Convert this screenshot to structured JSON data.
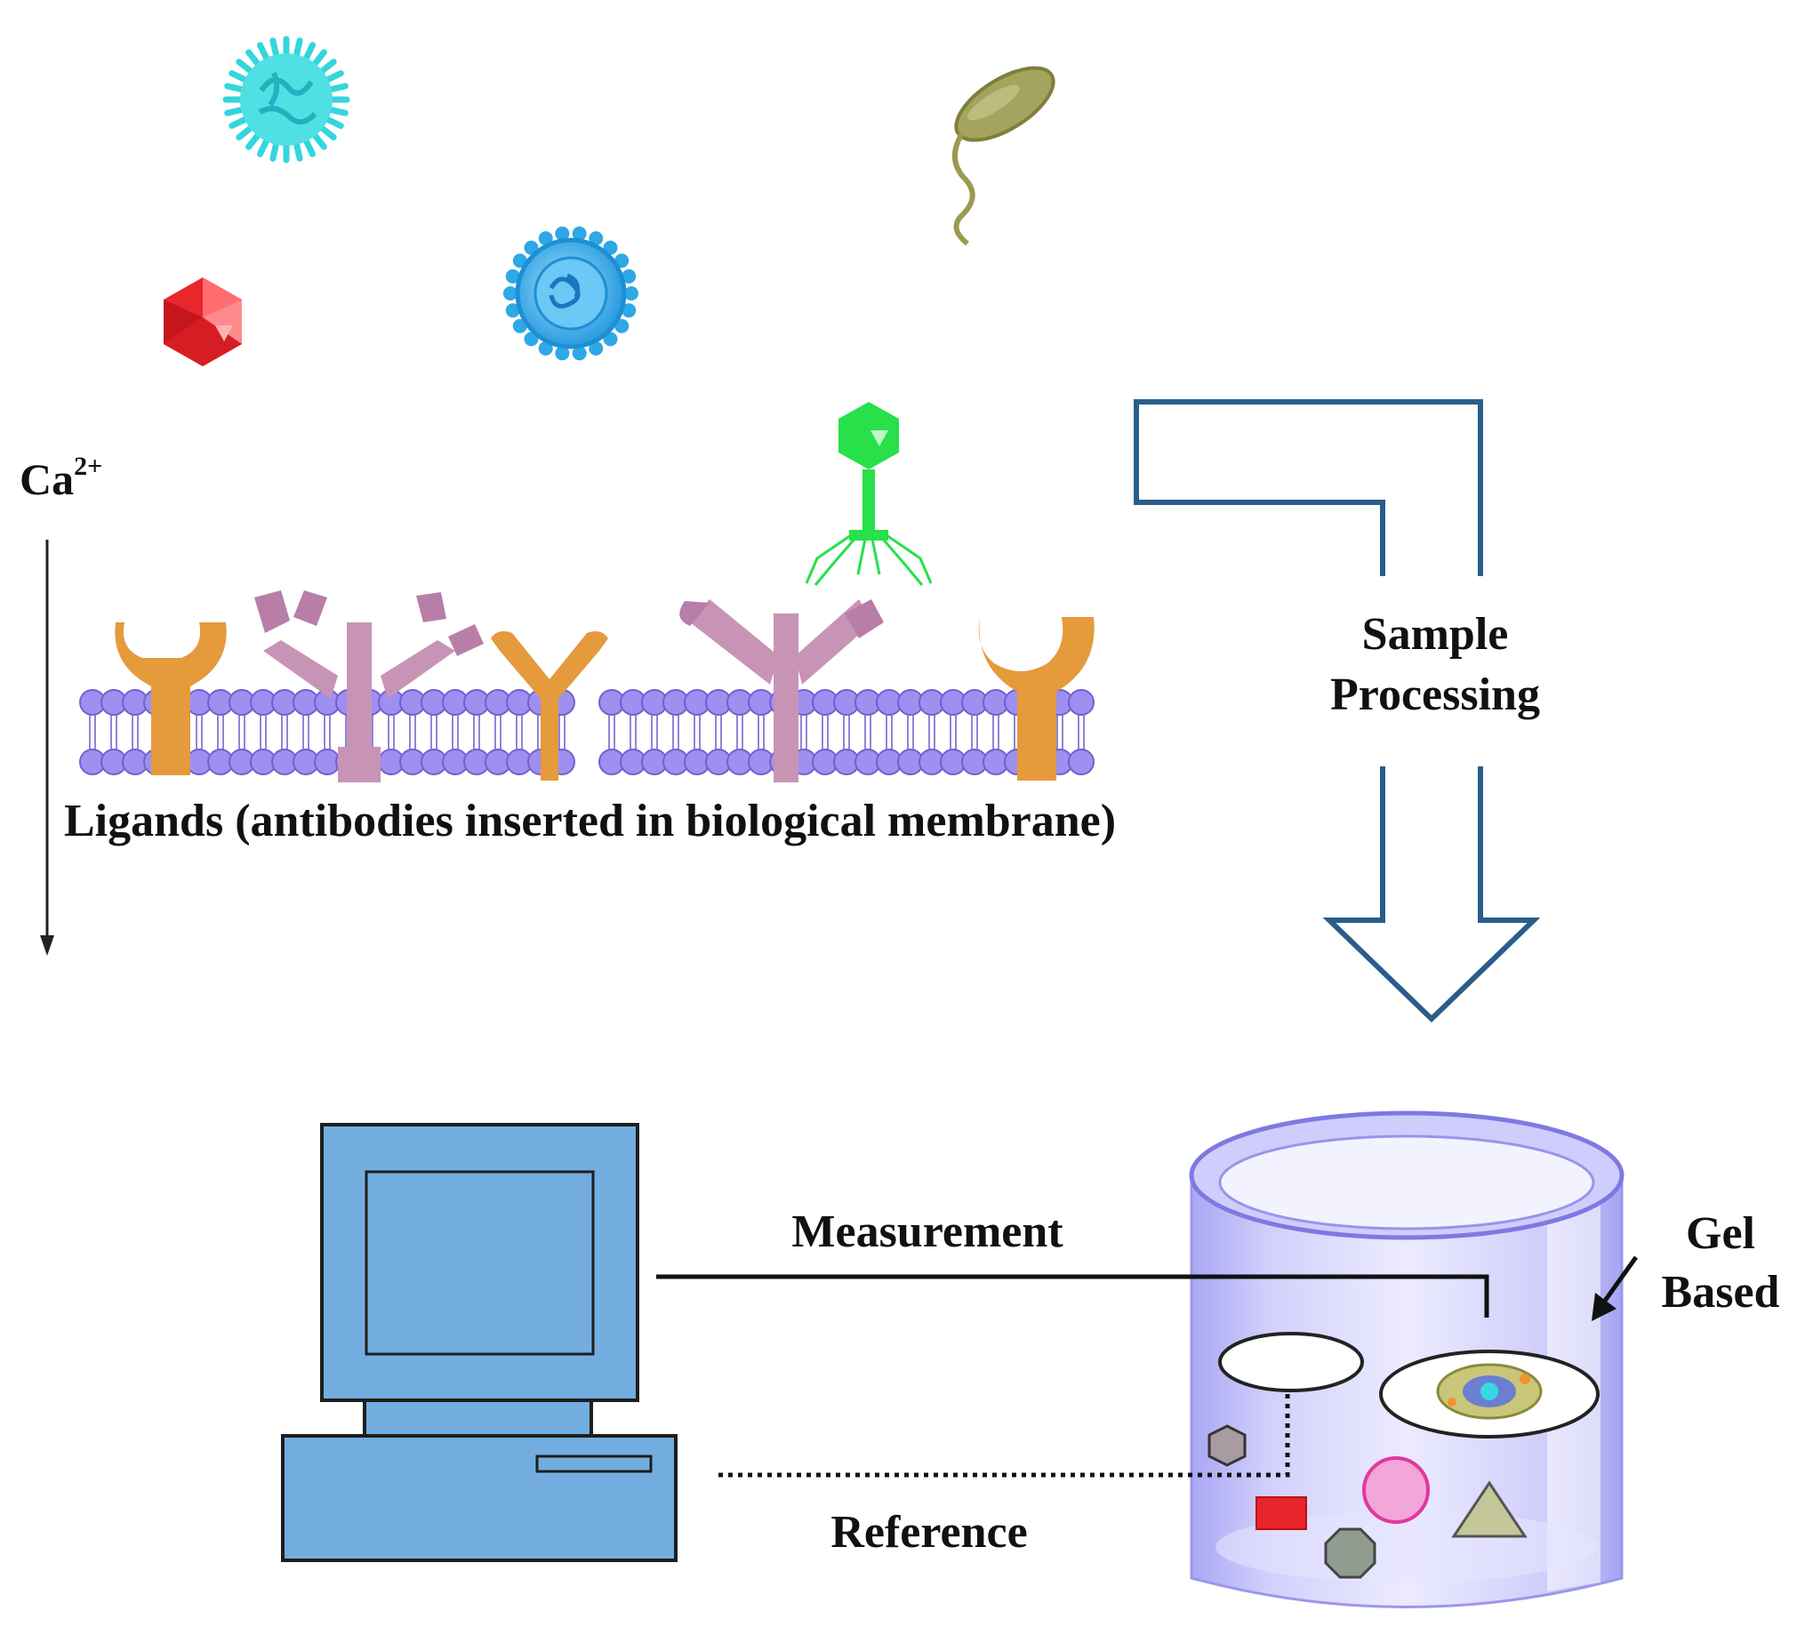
{
  "labels": {
    "ion_base": "Ca",
    "ion_charge": "2+",
    "membrane_caption": "Ligands (antibodies inserted in biological membrane)",
    "process_line1": "Sample",
    "process_line2": "Processing",
    "measurement": "Measurement",
    "reference": "Reference",
    "gel_line1": "Gel",
    "gel_line2": "Based"
  },
  "colors": {
    "virus_cyan": "#33d6dc",
    "virus_blue": "#2ea8e6",
    "virus_red": "#e8262c",
    "bacterium": "#9a9a52",
    "phage": "#27e04a",
    "lipid_head": "#9e8ff0",
    "antibody_orange": "#e59a3c",
    "antibody_pink": "#c894b6",
    "arrow_outline": "#2a5d8a",
    "computer": "#73ade0",
    "cylinder": "#b9b8f6",
    "shape_grey": "#a89ba2",
    "shape_red": "#e8242b",
    "shape_pink": "#f3a6d8",
    "shape_olive": "#c3c79a",
    "shape_darkgrey": "#8f9c8f"
  },
  "icons": [
    "spiky-virus-icon",
    "enveloped-virus-icon",
    "icosahedral-virus-icon",
    "bacterium-icon",
    "bacteriophage-icon",
    "antibody-icon",
    "computer-icon",
    "gel-cylinder-icon"
  ]
}
